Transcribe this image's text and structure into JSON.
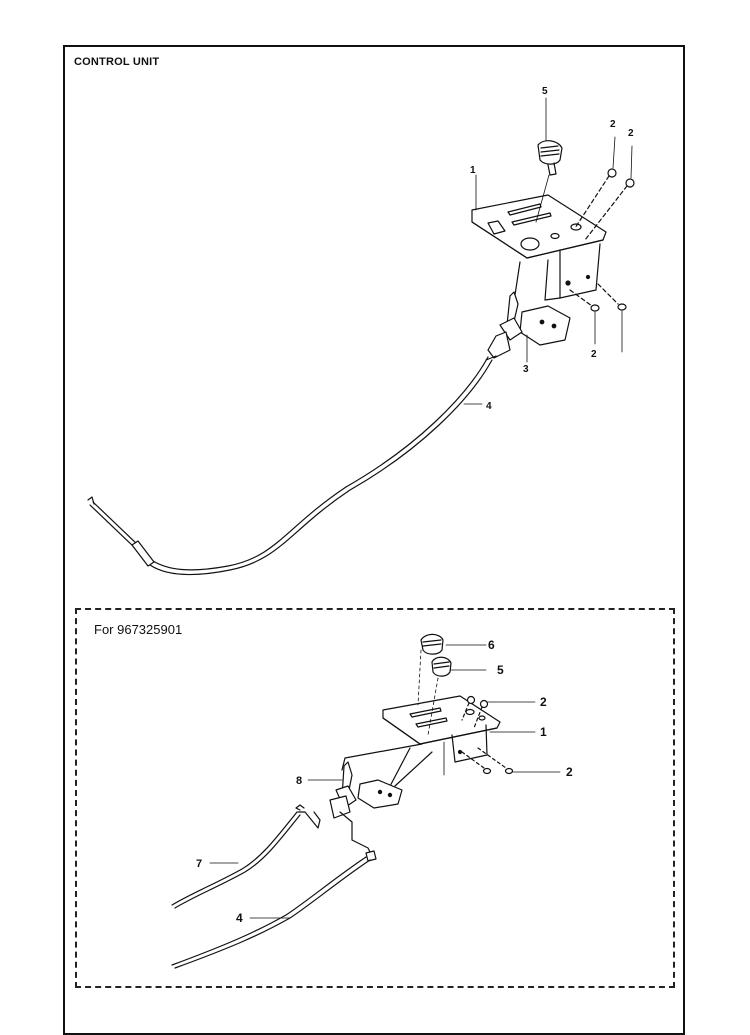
{
  "title": "CONTROL UNIT",
  "subtitle": "For 967325901",
  "callouts_top": {
    "c1": "1",
    "c2a": "2",
    "c2b": "2",
    "c2c": "2",
    "c3": "3",
    "c4": "4",
    "c5": "5"
  },
  "callouts_bottom": {
    "c6": "6",
    "c5": "5",
    "c2a": "2",
    "c1": "1",
    "c2b": "2",
    "c8": "8",
    "c7": "7",
    "c4": "4"
  },
  "colors": {
    "line": "#111111",
    "background": "#ffffff"
  }
}
